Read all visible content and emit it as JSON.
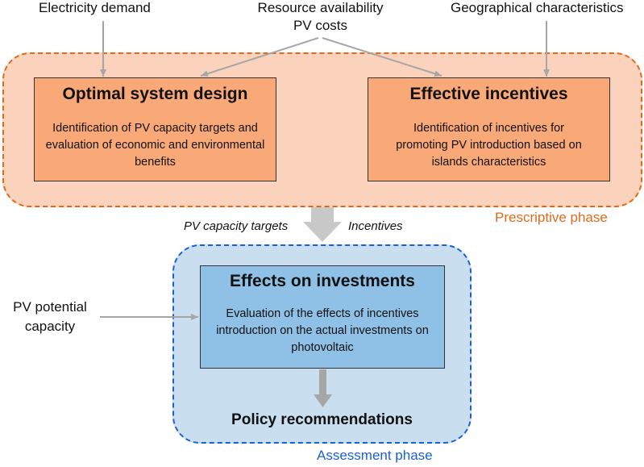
{
  "inputs": {
    "electricity_demand": "Electricity demand",
    "resource_availability": "Resource availability",
    "pv_costs": "PV costs",
    "geographical": "Geographical characteristics",
    "pv_potential_line1": "PV potential",
    "pv_potential_line2": "capacity"
  },
  "phases": {
    "prescriptive": "Prescriptive phase",
    "assessment": "Assessment phase"
  },
  "boxes": {
    "optimal": {
      "title": "Optimal system design",
      "desc": "Identification of PV capacity targets and evaluation of economic and environmental benefits"
    },
    "incentives": {
      "title": "Effective incentives",
      "desc": "Identification of incentives for promoting PV introduction based on islands characteristics"
    },
    "effects": {
      "title": "Effects on investments",
      "desc": "Evaluation of the effects of incentives introduction on the actual investments on photovoltaic"
    }
  },
  "edges": {
    "pv_targets": "PV capacity targets",
    "incentives": "Incentives"
  },
  "output": {
    "policy": "Policy recommendations"
  },
  "colors": {
    "prescriptive_fill": "#fbd2bb",
    "prescriptive_border": "#e06a1a",
    "assessment_fill": "#c9dff0",
    "assessment_border": "#1b5fd6",
    "orange_box": "#f9a877",
    "blue_box": "#8fc1e6",
    "arrow": "#a6a6a6"
  }
}
